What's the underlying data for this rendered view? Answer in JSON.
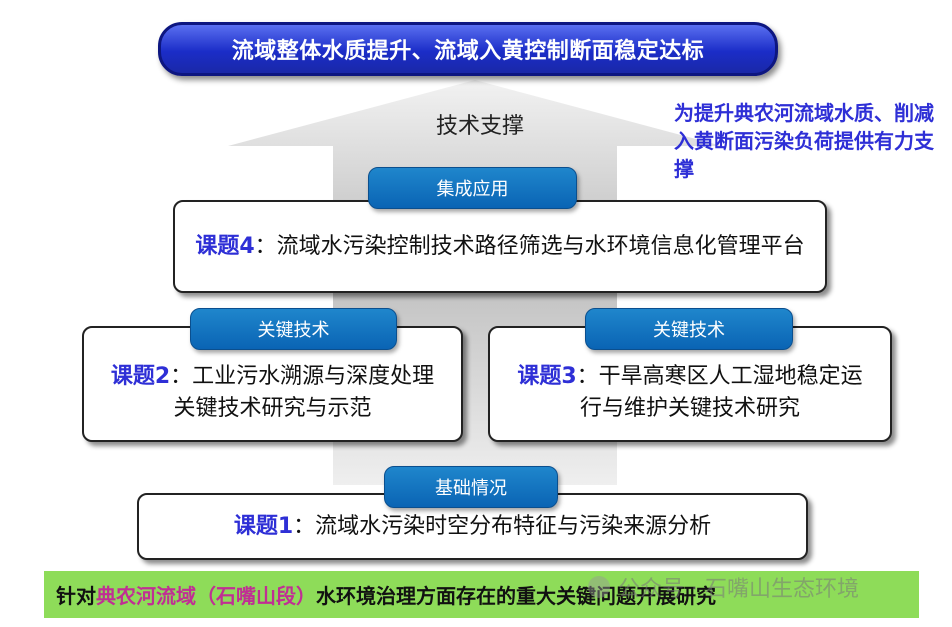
{
  "banner": {
    "title": "流域整体水质提升、流域入黄控制断面稳定达标"
  },
  "arrow": {
    "label": "技术支撑"
  },
  "side_note": {
    "text": "为提升典农河流域水质、削减入黄断面污染负荷提供有力支撑"
  },
  "pills": {
    "integrated": "集成应用",
    "key_left": "关键技术",
    "key_right": "关键技术",
    "basis": "基础情况"
  },
  "topics": {
    "t4": {
      "tag": "课题4",
      "sep": "：",
      "text": "流域水污染控制技术路径筛选与水环境信息化管理平台"
    },
    "t2": {
      "tag": "课题2",
      "sep": "：",
      "text": "工业污水溯源与深度处理关键技术研究与示范"
    },
    "t3": {
      "tag": "课题3",
      "sep": "：",
      "text": "干旱高寒区人工湿地稳定运行与维护关键技术研究"
    },
    "t1": {
      "tag": "课题1",
      "sep": "：",
      "text": "流域水污染时空分布特征与污染来源分析"
    }
  },
  "bottom": {
    "prefix": "针对",
    "highlight": "典农河流域（石嘴山段）",
    "suffix": "水环境治理方面存在的重大关键问题开展研究"
  },
  "watermark": {
    "text": "公众号 · 石嘴山生态环境"
  }
}
